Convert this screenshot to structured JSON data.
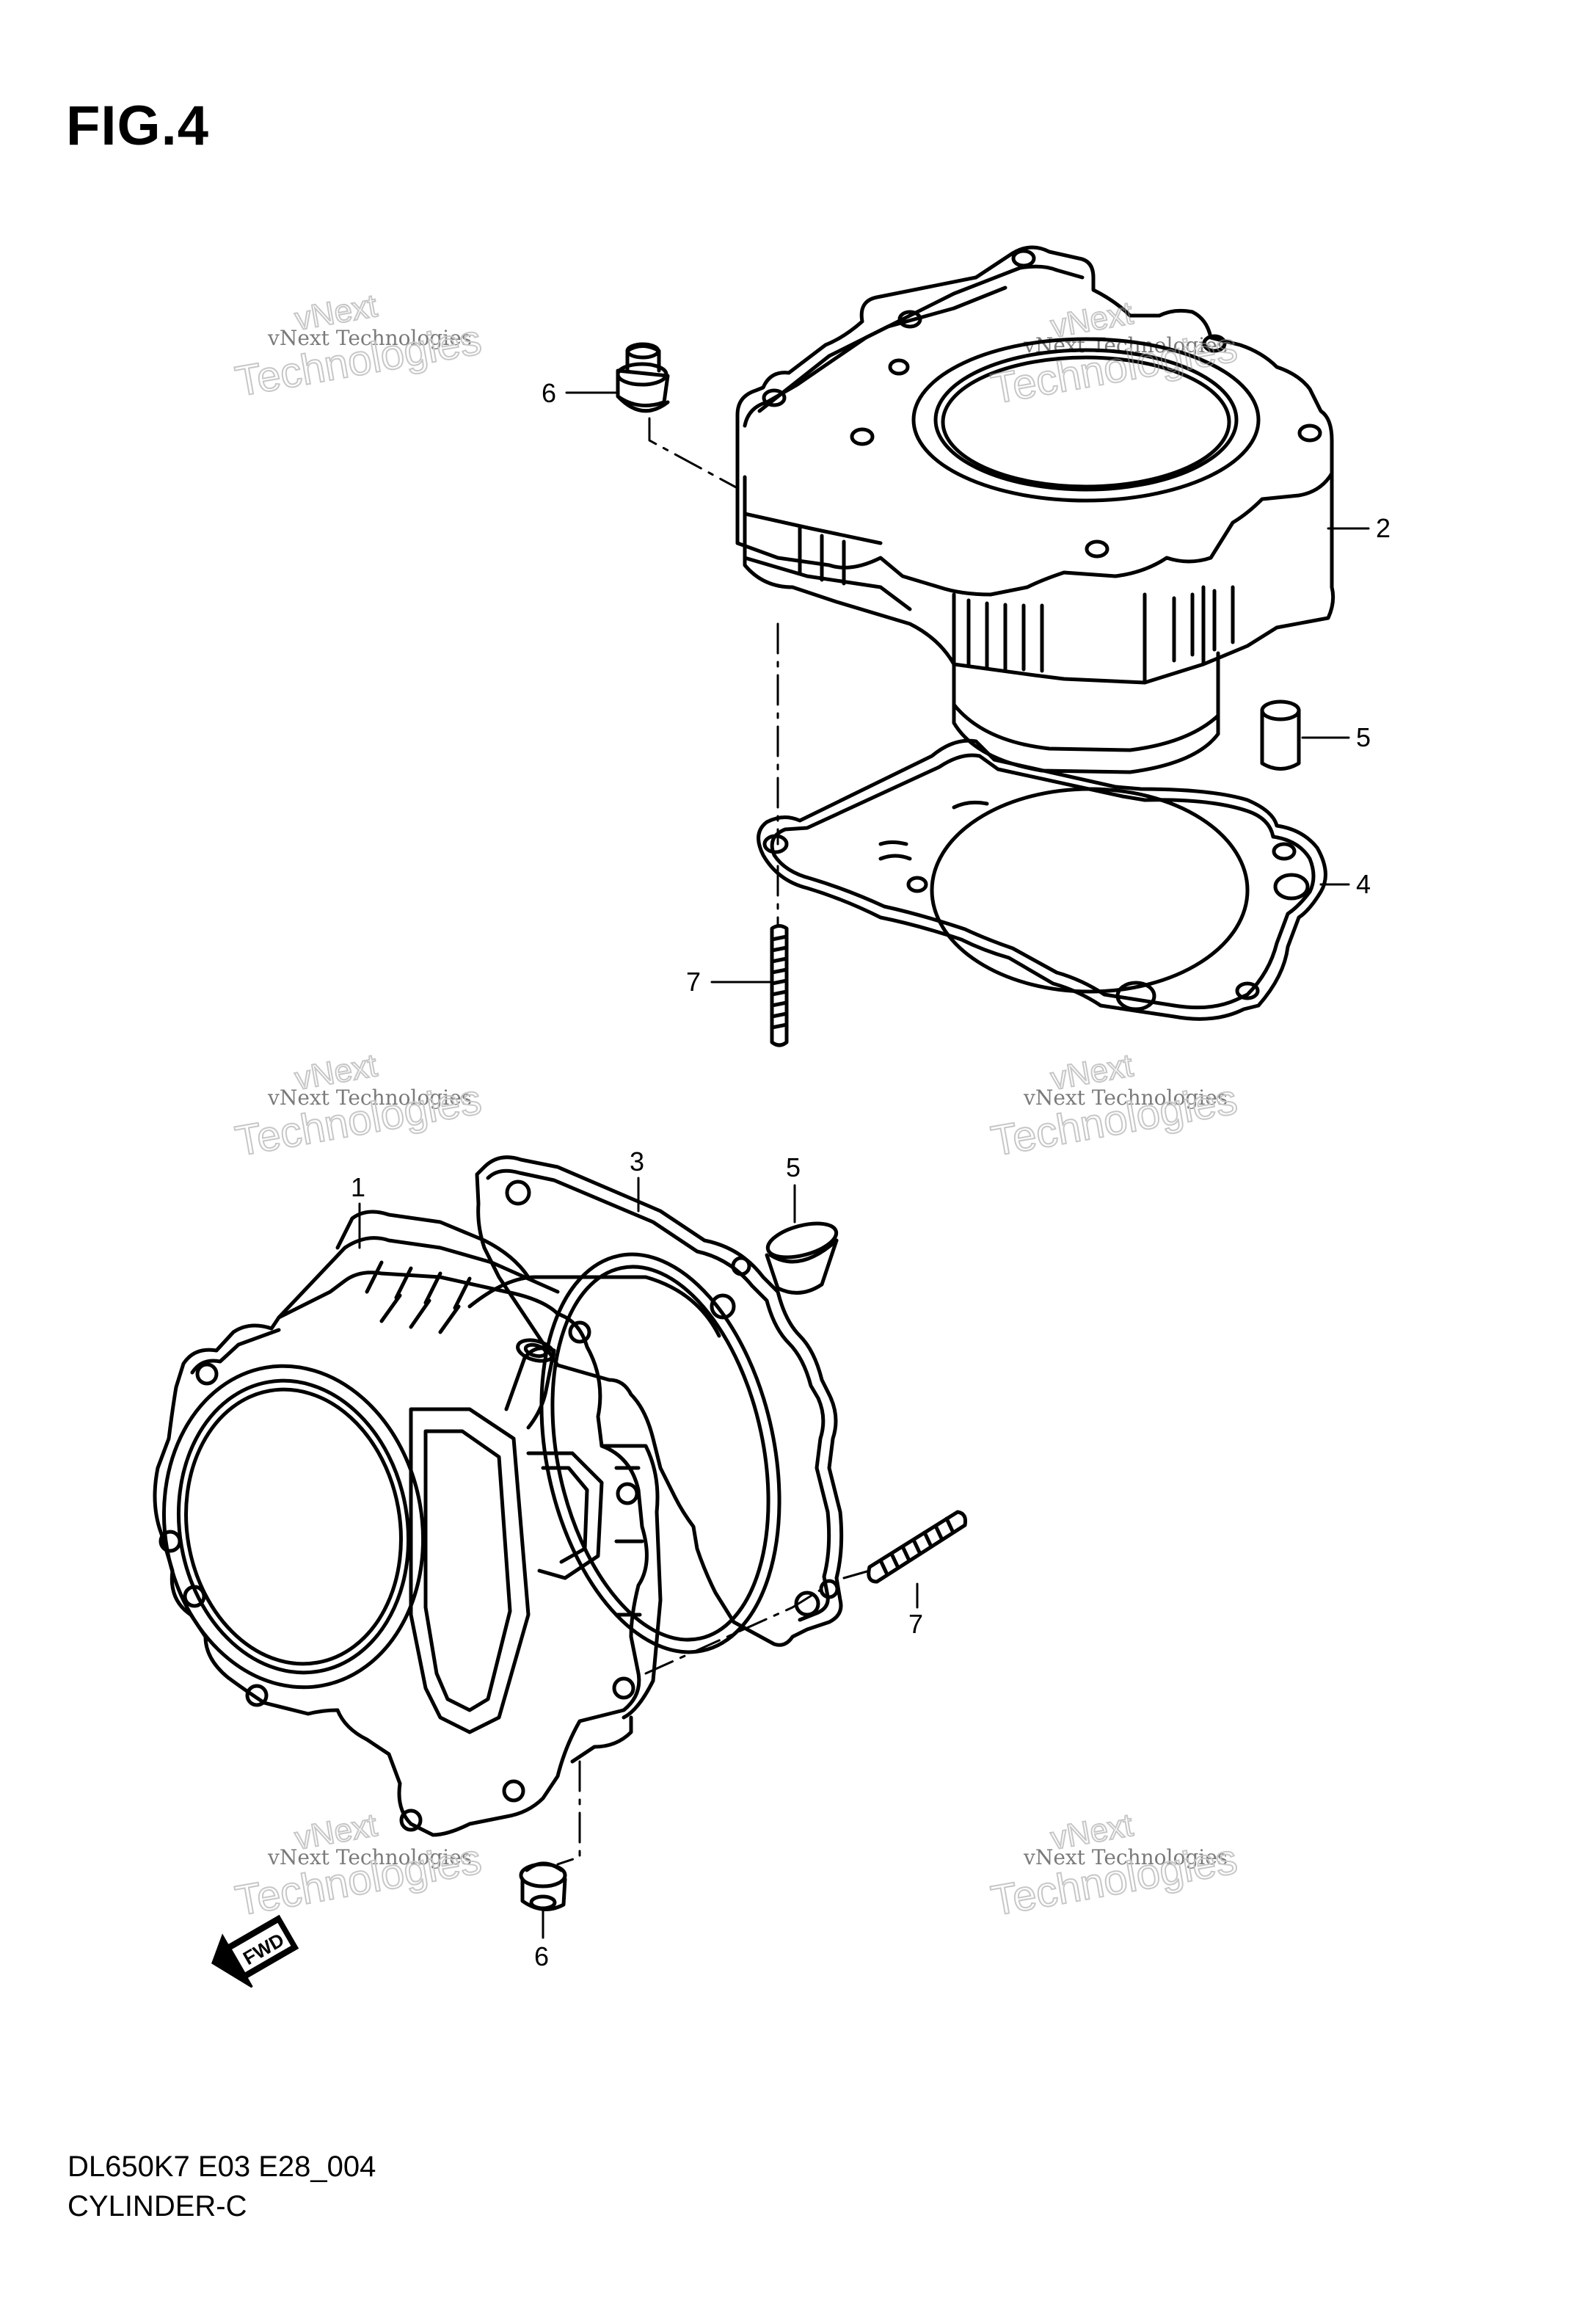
{
  "figure": {
    "title": "FIG.4"
  },
  "callouts": [
    {
      "id": "c6a",
      "label": "6"
    },
    {
      "id": "c2",
      "label": "2"
    },
    {
      "id": "c5a",
      "label": "5"
    },
    {
      "id": "c4",
      "label": "4"
    },
    {
      "id": "c7a",
      "label": "7"
    },
    {
      "id": "c1",
      "label": "1"
    },
    {
      "id": "c3",
      "label": "3"
    },
    {
      "id": "c5b",
      "label": "5"
    },
    {
      "id": "c7b",
      "label": "7"
    },
    {
      "id": "c6b",
      "label": "6"
    }
  ],
  "watermark": {
    "line1": "vNext Technologies",
    "line2": "vNext",
    "line3": "Technologies"
  },
  "fwd_label": "FWD",
  "footer": {
    "code": "DL650K7 E03 E28_004",
    "name": "CYLINDER-C"
  }
}
